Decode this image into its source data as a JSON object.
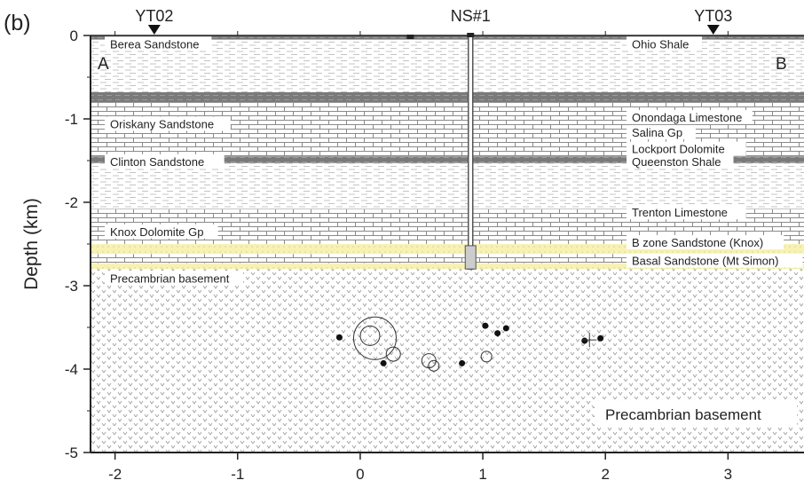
{
  "panel_label": "(b)",
  "corner_left": "A",
  "corner_right": "B",
  "ylabel": "Depth (km)",
  "wells": [
    {
      "name": "YT02",
      "x": -1.68,
      "marker": "down-triangle"
    },
    {
      "name": "NS#1",
      "x": 0.9,
      "marker": "none"
    },
    {
      "name": "YT03",
      "x": 2.88,
      "marker": "down-triangle"
    }
  ],
  "x_ticks": [
    "-2",
    "-1",
    "0",
    "1",
    "2",
    "3"
  ],
  "y_ticks": [
    "0",
    "-1",
    "-2",
    "-3",
    "-4",
    "-5"
  ],
  "axis": {
    "xlim": [
      -2.2,
      3.62
    ],
    "ylim": [
      -5,
      0
    ]
  },
  "layers": [
    {
      "top": 0,
      "bottom": -0.05,
      "pattern": "shale-dark"
    },
    {
      "top": -0.05,
      "bottom": -0.68,
      "pattern": "shale"
    },
    {
      "top": -0.68,
      "bottom": -0.8,
      "pattern": "shale-dark"
    },
    {
      "top": -0.8,
      "bottom": -1.45,
      "pattern": "brick"
    },
    {
      "top": -1.45,
      "bottom": -1.53,
      "pattern": "shale-dark"
    },
    {
      "top": -1.53,
      "bottom": -2.08,
      "pattern": "shale"
    },
    {
      "top": -2.08,
      "bottom": -2.5,
      "pattern": "brick"
    },
    {
      "top": -2.5,
      "bottom": -2.62,
      "pattern": "sand"
    },
    {
      "top": -2.62,
      "bottom": -2.73,
      "pattern": "brick"
    },
    {
      "top": -2.73,
      "bottom": -2.8,
      "pattern": "sand"
    },
    {
      "top": -2.8,
      "bottom": -5,
      "pattern": "basement"
    }
  ],
  "left_labels": [
    {
      "text": "Berea Sandstone",
      "depth": -0.12
    },
    {
      "text": "Oriskany Sandstone",
      "depth": -1.08
    },
    {
      "text": "Clinton Sandstone",
      "depth": -1.53
    },
    {
      "text": "Knox Dolomite Gp",
      "depth": -2.37
    },
    {
      "text": "Precambrian basement",
      "depth": -2.93
    }
  ],
  "right_labels": [
    {
      "text": "Ohio Shale",
      "depth": -0.12
    },
    {
      "text": "Onondaga Limestone",
      "depth": -1.0
    },
    {
      "text": "Salina Gp",
      "depth": -1.18
    },
    {
      "text": "Lockport Dolomite",
      "depth": -1.38
    },
    {
      "text": "Queenston Shale",
      "depth": -1.53
    },
    {
      "text": "Trenton Limestone",
      "depth": -2.14
    },
    {
      "text": "B zone Sandstone (Knox)",
      "depth": -2.5
    },
    {
      "text": "Basal Sandstone (Mt Simon)",
      "depth": -2.72
    }
  ],
  "basement_label": "Precambrian basement",
  "events_filled": [
    {
      "x": -0.17,
      "y": -3.62
    },
    {
      "x": 0.19,
      "y": -3.93
    },
    {
      "x": 0.83,
      "y": -3.93
    },
    {
      "x": 1.02,
      "y": -3.48
    },
    {
      "x": 1.12,
      "y": -3.57
    },
    {
      "x": 1.19,
      "y": -3.51
    },
    {
      "x": 1.83,
      "y": -3.66
    },
    {
      "x": 1.96,
      "y": -3.63
    }
  ],
  "events_open": [
    {
      "x": 0.12,
      "y": -3.63,
      "r": 24
    },
    {
      "x": 0.08,
      "y": -3.6,
      "r": 11
    },
    {
      "x": 0.27,
      "y": -3.82,
      "r": 8
    },
    {
      "x": 0.56,
      "y": -3.9,
      "r": 8
    },
    {
      "x": 0.6,
      "y": -3.96,
      "r": 6
    },
    {
      "x": 1.03,
      "y": -3.85,
      "r": 6
    }
  ],
  "colors": {
    "axis": "#222222",
    "shale": "#bdbdbd",
    "brick": "#777777",
    "sand": "#f7f2b4",
    "dark": "#666666",
    "well": "#666666"
  }
}
